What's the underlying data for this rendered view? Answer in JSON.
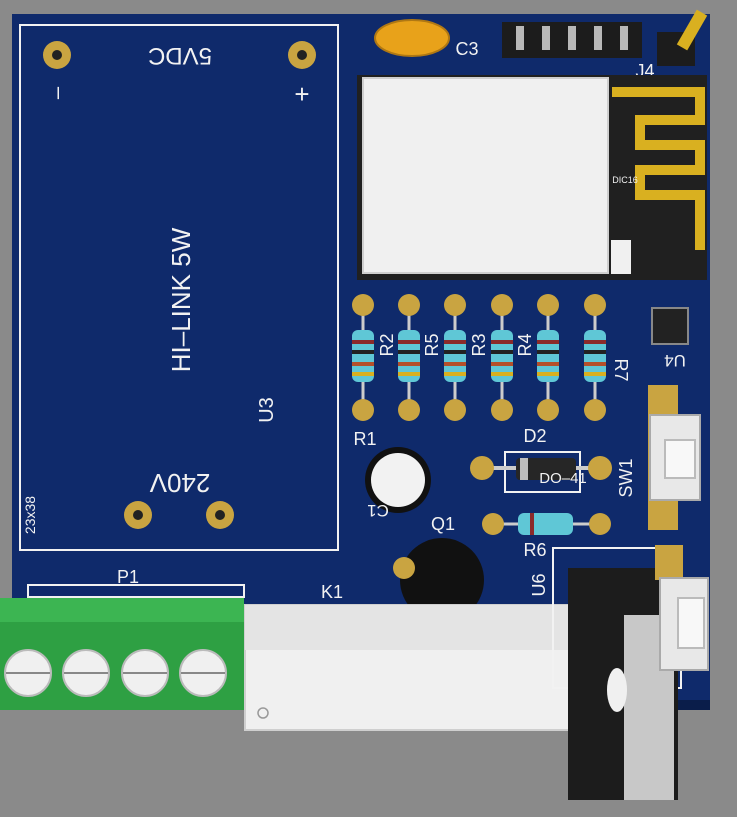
{
  "board": {
    "colors": {
      "background": "#8a8a8a",
      "pcb": "#0f2a6b",
      "silkscreen": "#f2f2f2",
      "pad": "#c9a441",
      "terminal_green": "#2ea043",
      "relay_white": "#f0f0f0",
      "regulator": "#1c1c1c"
    }
  },
  "power_module": {
    "dc_label": "5VDC",
    "minus_label": "–",
    "plus_label": "+",
    "brand_label": "HI–LINK 5W",
    "designator": "U3",
    "ac_label": "240V",
    "size_label": "23x38"
  },
  "components": {
    "c3": "C3",
    "j4": "J4",
    "wifi_module_text": "DIC16",
    "u4": "U4",
    "r1": "R1",
    "r2": "R2",
    "r5": "R5",
    "r3": "R3",
    "r4": "R4",
    "r7": "R7",
    "d2": "D2",
    "diode_package": "DO–41",
    "sw1": "SW1",
    "c1": "C1",
    "q1": "Q1",
    "r6": "R6",
    "p1": "P1",
    "k1": "K1",
    "u6": "U6"
  }
}
